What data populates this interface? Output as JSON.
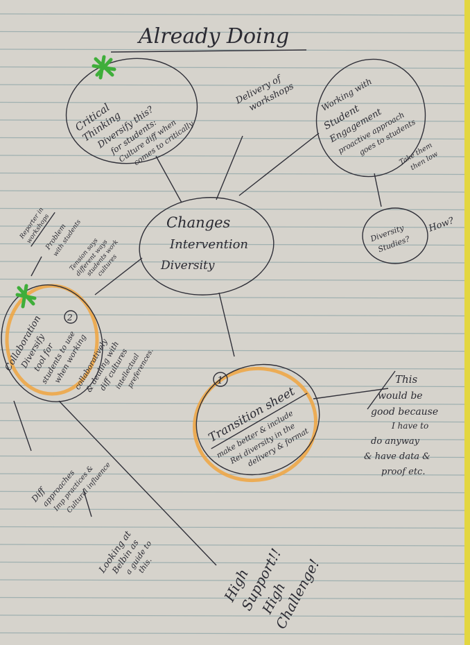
{
  "title": "Already Doing",
  "central": [
    "Changes",
    "Intervention",
    "Diversity"
  ],
  "critical": [
    "Critical",
    "Thinking",
    "Diversify this?",
    "for students:",
    "Culture diff when",
    "comes to critically"
  ],
  "workshops": [
    "Delivery of",
    "workshops"
  ],
  "engagement": [
    "Working with",
    "Student",
    "Engagement",
    "proactive approach",
    "goes to students"
  ],
  "engagement_note": [
    "Take them",
    "then low"
  ],
  "diversity_studies": [
    "Diversity",
    "Studies?"
  ],
  "how": "How?",
  "reporter": [
    "Reporter in",
    "workshops"
  ],
  "problem": [
    "Problem",
    "with students"
  ],
  "tension": [
    "Tension says",
    "different ways",
    "students work",
    "cultures"
  ],
  "collaboration": [
    "Collaboration",
    "Diversify",
    "tool for",
    "students to use",
    "when working"
  ],
  "collaboration_number": "2",
  "collab_note": [
    "collaboratively",
    "& dealing with",
    "diff cultures",
    "intellectual",
    "preferences."
  ],
  "transition": {
    "number": "1",
    "title": "Transition sheet",
    "lines": [
      "make better & include",
      "Rei diversity in the",
      "delivery & format"
    ]
  },
  "transition_note": [
    "This",
    "would be",
    "good because",
    "I have to",
    "do anyway",
    "& have data &",
    "proof etc."
  ],
  "diff_approaches": [
    "Diff",
    "approaches",
    "Imp practices &",
    "Cultural influence"
  ],
  "belbin": [
    "Looking at",
    "Belbin as",
    "a guide to",
    "this."
  ],
  "high": [
    "High",
    "Support!!",
    "High",
    "Challenge!"
  ],
  "colors": {
    "ink": "#2f2f38",
    "highlight_orange": "#f0a540",
    "star_green": "#3fae3a",
    "paper": "#d6d3cc"
  }
}
